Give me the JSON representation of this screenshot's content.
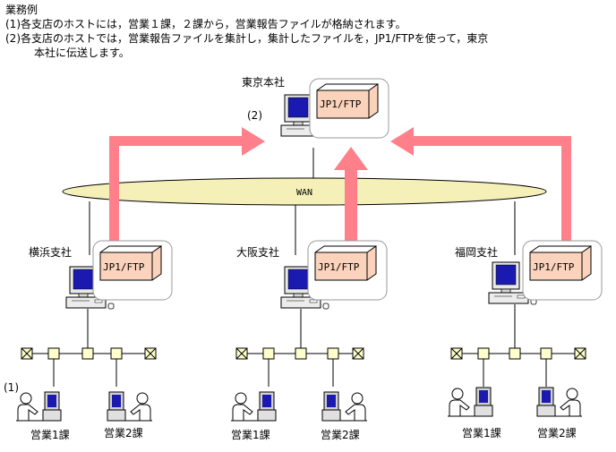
{
  "intro": {
    "heading": "業務例",
    "lines": [
      "(1)各支店のホストには，営業１課，２課から，営業報告ファイルが格納されます。",
      "(2)各支店のホストでは，営業報告ファイルを集計し，集計したファイルを，JP1/FTPを使って，東京",
      "本社に伝送します。"
    ]
  },
  "diagram": {
    "hq_label": "東京本社",
    "wan_label": "WAN",
    "step2_marker": "(2)",
    "step1_marker": "(1)",
    "software_label": "JP1/FTP",
    "branches": [
      {
        "name": "横浜支社",
        "section1": "営業1課",
        "section2": "営業2課"
      },
      {
        "name": "大阪支社",
        "section1": "営業1課",
        "section2": "営業2課"
      },
      {
        "name": "福岡支社",
        "section1": "営業1課",
        "section2": "営業2課"
      }
    ]
  },
  "colors": {
    "arrow": "#ff7f8a",
    "wan_fill": "#f5f0b8",
    "jp1_box": "#fbd3bc",
    "node": "#ffffcc",
    "screen": "#1a1ab0"
  },
  "icons": [
    "computer-icon",
    "jp1-ftp-box",
    "terminator-icon",
    "node-icon",
    "person-at-terminal-icon"
  ]
}
